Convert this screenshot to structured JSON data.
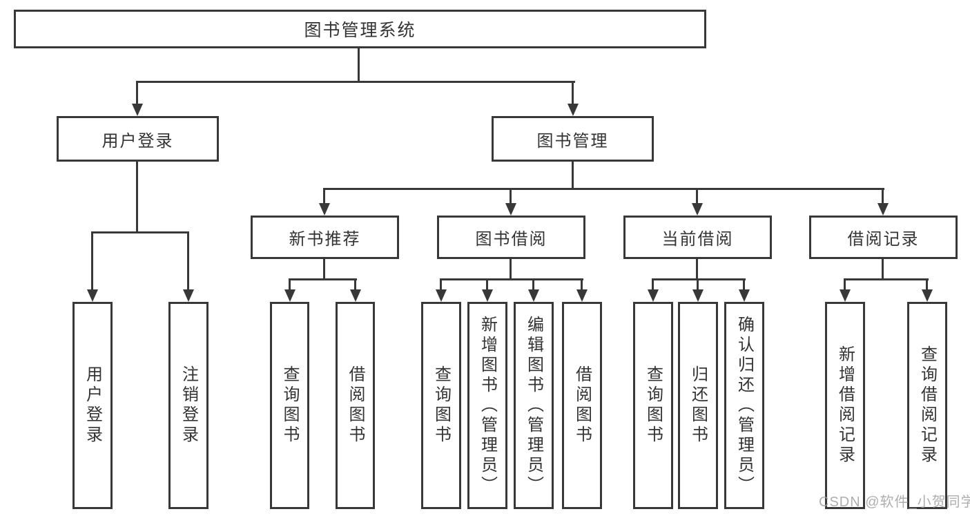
{
  "diagram": {
    "type": "hierarchy",
    "nodes": {
      "root": {
        "label": "图书管理系统"
      },
      "user_login": {
        "label": "用户登录"
      },
      "book_mgmt": {
        "label": "图书管理"
      },
      "new_book_rec": {
        "label": "新书推荐"
      },
      "book_borrow": {
        "label": "图书借阅"
      },
      "current_borrow": {
        "label": "当前借阅"
      },
      "borrow_records": {
        "label": "借阅记录"
      },
      "leaf_user_login": {
        "label": "用户登录"
      },
      "leaf_logout": {
        "label": "注销登录"
      },
      "leaf_query_book_a": {
        "label": "查询图书"
      },
      "leaf_borrow_book_a": {
        "label": "借阅图书"
      },
      "leaf_query_book_b": {
        "label": "查询图书"
      },
      "leaf_add_book": {
        "label": "新增图书（管理员）"
      },
      "leaf_edit_book": {
        "label": "编辑图书（管理员）"
      },
      "leaf_borrow_book_b": {
        "label": "借阅图书"
      },
      "leaf_query_book_c": {
        "label": "查询图书"
      },
      "leaf_return_book": {
        "label": "归还图书"
      },
      "leaf_confirm_return": {
        "label": "确认归还（管理员）"
      },
      "leaf_add_record": {
        "label": "新增借阅记录"
      },
      "leaf_query_record": {
        "label": "查询借阅记录"
      }
    },
    "hierarchy": {
      "图书管理系统": {
        "用户登录": [
          "用户登录",
          "注销登录"
        ],
        "图书管理": {
          "新书推荐": [
            "查询图书",
            "借阅图书"
          ],
          "图书借阅": [
            "查询图书",
            "新增图书（管理员）",
            "编辑图书（管理员）",
            "借阅图书"
          ],
          "当前借阅": [
            "查询图书",
            "归还图书",
            "确认归还（管理员）"
          ],
          "借阅记录": [
            "新增借阅记录",
            "查询借阅记录"
          ]
        }
      }
    }
  },
  "watermark": "CSDN @软件_小贺同学",
  "colors": {
    "line": "#383838",
    "box_border": "#383838",
    "text": "#333333",
    "watermark": "#a0a0a0",
    "background": "#ffffff"
  }
}
